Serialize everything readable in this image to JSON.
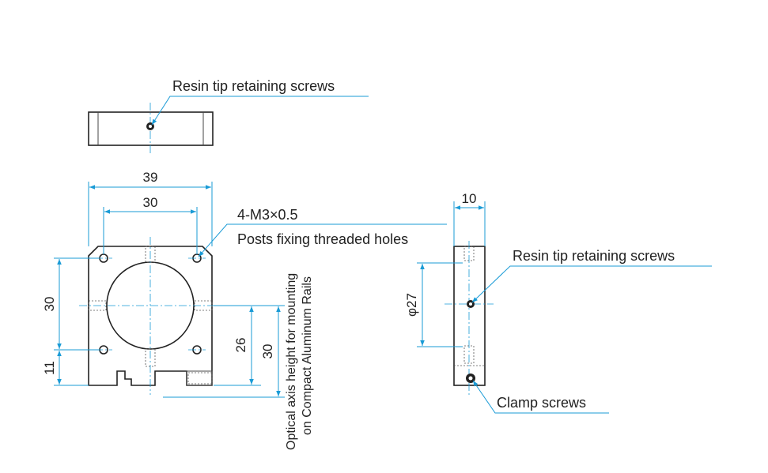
{
  "top_view": {
    "label": "Resin tip retaining screws"
  },
  "front_view": {
    "dim_width_outer": "39",
    "dim_width_holes": "30",
    "dim_height_holes": "30",
    "dim_height_bottom": "11",
    "dim_axis_26": "26",
    "dim_axis_30": "30",
    "label_thread": "4-M3×0.5",
    "label_holes": "Posts fixing threaded holes",
    "axis_note_line1": "Optical axis height for mounting",
    "axis_note_line2": "on Compact Aluminum Rails"
  },
  "side_view": {
    "dim_thickness": "10",
    "dim_diameter": "φ27",
    "label_retaining": "Resin tip retaining screws",
    "label_clamp": "Clamp screws"
  },
  "colors": {
    "dimension": "#1a9bd6",
    "outline": "#222222"
  }
}
